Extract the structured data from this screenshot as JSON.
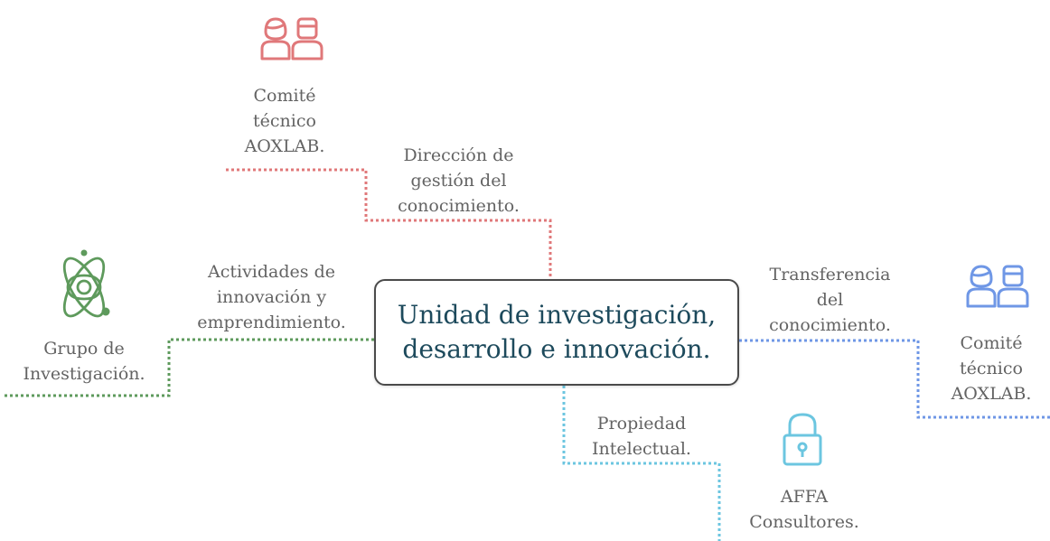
{
  "center": {
    "text": "Unidad de investigación,\ndesarrollo e innovación."
  },
  "branches": {
    "top": {
      "label": "Dirección de\ngestión del\nconocimiento.",
      "node": "Comité\ntécnico\nAOXLAB.",
      "color": "#e0787a",
      "icon": "people-icon"
    },
    "left": {
      "label": "Actividades de\ninnovación y\nemprendimiento.",
      "node": "Grupo de\nInvestigación.",
      "color": "#5e9a5c",
      "icon": "atom-icon"
    },
    "right": {
      "label": "Transferencia\ndel\nconocimiento.",
      "node": "Comité\ntécnico\nAOXLAB.",
      "color": "#6f97e6",
      "icon": "people-icon"
    },
    "bottom": {
      "label": "Propiedad\nIntelectual.",
      "node": "AFFA\nConsultores.",
      "color": "#6cc6e0",
      "icon": "lock-icon"
    }
  }
}
